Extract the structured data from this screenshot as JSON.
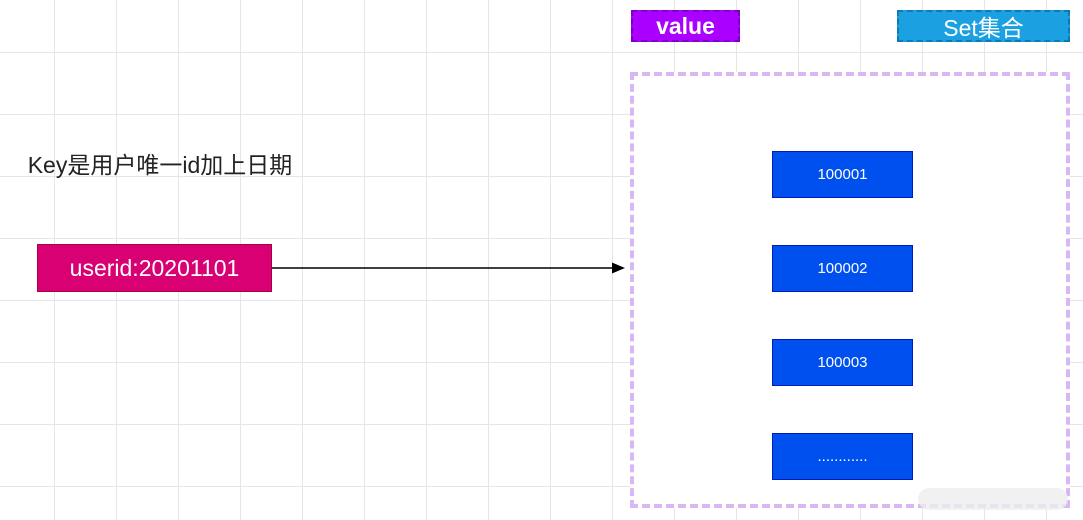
{
  "labels": {
    "value_tag": "value",
    "set_tag": "Set集合"
  },
  "key": {
    "description": "Key是用户唯一id加上日期",
    "name": "userid:20201101"
  },
  "set_members": [
    "100001",
    "100002",
    "100003",
    "............"
  ],
  "colors": {
    "value_tag": "#aa00ff",
    "set_tag": "#1ba1e2",
    "key_box": "#d80073",
    "member_box": "#0050ef",
    "container_border": "#d7b8f5"
  }
}
